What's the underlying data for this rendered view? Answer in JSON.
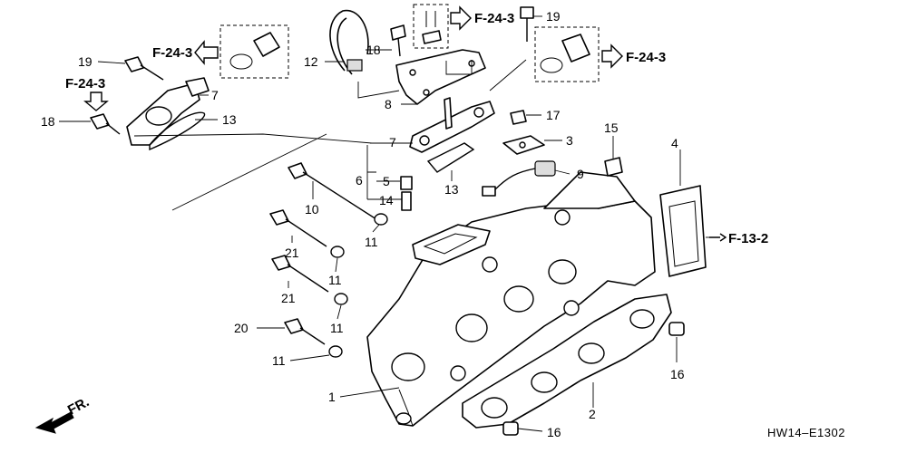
{
  "diagram": {
    "code": "HW14–E1302",
    "front_label": "FR.",
    "callouts": [
      {
        "id": "c19a",
        "text": "19"
      },
      {
        "id": "c24a",
        "text": "F-24-3"
      },
      {
        "id": "c24b",
        "text": "F-24-3"
      },
      {
        "id": "c18a",
        "text": "18"
      },
      {
        "id": "c7a",
        "text": "7"
      },
      {
        "id": "c13a",
        "text": "13"
      },
      {
        "id": "c12",
        "text": "12"
      },
      {
        "id": "c18b",
        "text": "18"
      },
      {
        "id": "c24c",
        "text": "F-24-3"
      },
      {
        "id": "c19b",
        "text": "19"
      },
      {
        "id": "c24d",
        "text": "F-24-3"
      },
      {
        "id": "c8",
        "text": "8"
      },
      {
        "id": "c17",
        "text": "17"
      },
      {
        "id": "c7b",
        "text": "7"
      },
      {
        "id": "c3",
        "text": "3"
      },
      {
        "id": "c15",
        "text": "15"
      },
      {
        "id": "c4",
        "text": "4"
      },
      {
        "id": "c6",
        "text": "6"
      },
      {
        "id": "c5",
        "text": "5"
      },
      {
        "id": "c9",
        "text": "9"
      },
      {
        "id": "c13b",
        "text": "13"
      },
      {
        "id": "c14",
        "text": "14"
      },
      {
        "id": "c10",
        "text": "10"
      },
      {
        "id": "c11a",
        "text": "11"
      },
      {
        "id": "c13ref",
        "text": "F-13-2"
      },
      {
        "id": "c21a",
        "text": "21"
      },
      {
        "id": "c11b",
        "text": "11"
      },
      {
        "id": "c21b",
        "text": "21"
      },
      {
        "id": "c11c",
        "text": "11"
      },
      {
        "id": "c20",
        "text": "20"
      },
      {
        "id": "c11d",
        "text": "11"
      },
      {
        "id": "c16a",
        "text": "16"
      },
      {
        "id": "c1",
        "text": "1"
      },
      {
        "id": "c2",
        "text": "2"
      },
      {
        "id": "c16b",
        "text": "16"
      }
    ]
  }
}
